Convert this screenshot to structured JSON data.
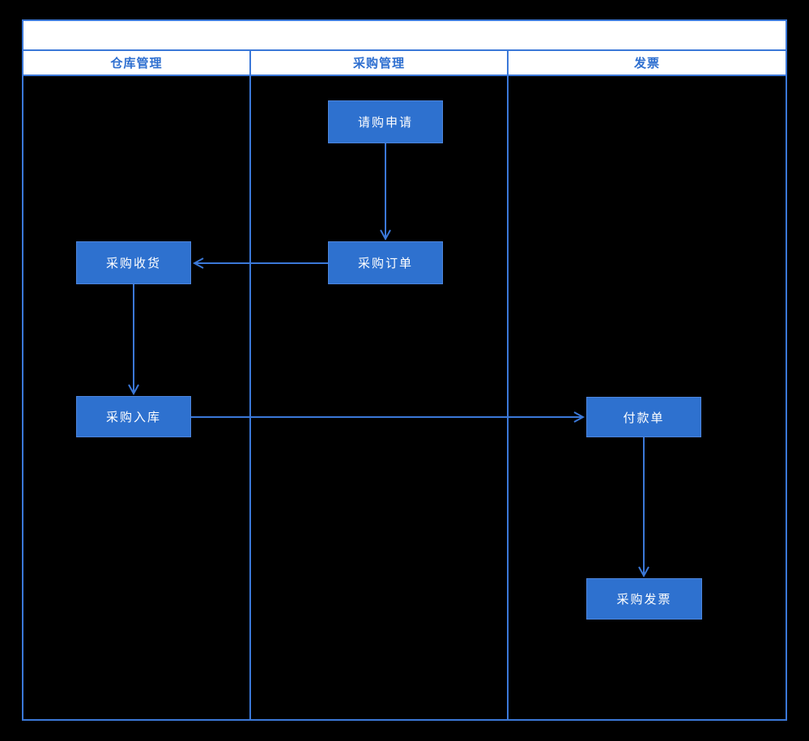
{
  "diagram": {
    "type": "swimlane-flowchart",
    "pool_title": "",
    "lanes": [
      {
        "label": "仓库管理"
      },
      {
        "label": "采购管理"
      },
      {
        "label": "发票"
      }
    ],
    "nodes": [
      {
        "id": "purchase-requisition",
        "label": "请购申请",
        "lane": "采购管理"
      },
      {
        "id": "purchase-order",
        "label": "采购订单",
        "lane": "采购管理"
      },
      {
        "id": "purchase-receipt",
        "label": "采购收货",
        "lane": "仓库管理"
      },
      {
        "id": "purchase-stock-in",
        "label": "采购入库",
        "lane": "仓库管理"
      },
      {
        "id": "payment-slip",
        "label": "付款单",
        "lane": "发票"
      },
      {
        "id": "purchase-invoice",
        "label": "采购发票",
        "lane": "发票"
      }
    ],
    "edges": [
      {
        "from": "请购申请",
        "to": "采购订单",
        "direction": "down"
      },
      {
        "from": "采购订单",
        "to": "采购收货",
        "direction": "left"
      },
      {
        "from": "采购收货",
        "to": "采购入库",
        "direction": "down"
      },
      {
        "from": "采购入库",
        "to": "付款单",
        "direction": "right"
      },
      {
        "from": "付款单",
        "to": "采购发票",
        "direction": "down"
      }
    ],
    "colors": {
      "background": "#000000",
      "node_fill": "#2e71cf",
      "node_text": "#ffffff",
      "line": "#3b78d8",
      "lane_header_bg": "#ffffff",
      "lane_header_text": "#2e6fd0"
    }
  }
}
